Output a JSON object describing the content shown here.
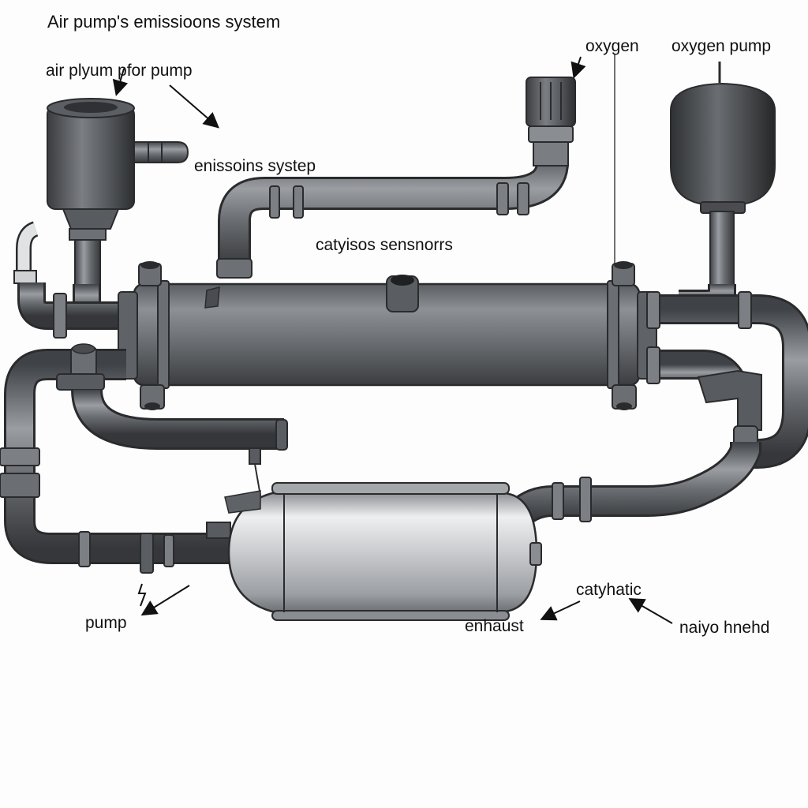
{
  "diagram": {
    "title": "Air pump's emissioons system",
    "labels": {
      "air_pump": "air plyum  pfor pump",
      "emissions": "enissoins systep",
      "oxygen": "oxygen",
      "oxygen_pump": "oxygen pump",
      "catalytic_sensors": "catyisos sensnorrs",
      "catalytic": "catyhatic",
      "pump": "pump",
      "exhaust": "enhaust",
      "naiyo": "naiyo hnehd"
    },
    "colors": {
      "pipe_dark": "#55585c",
      "pipe_mid": "#8b8e92",
      "pipe_light": "#c8cacd",
      "converter_light": "#e2e3e5",
      "outline": "#2a2b2d"
    }
  }
}
